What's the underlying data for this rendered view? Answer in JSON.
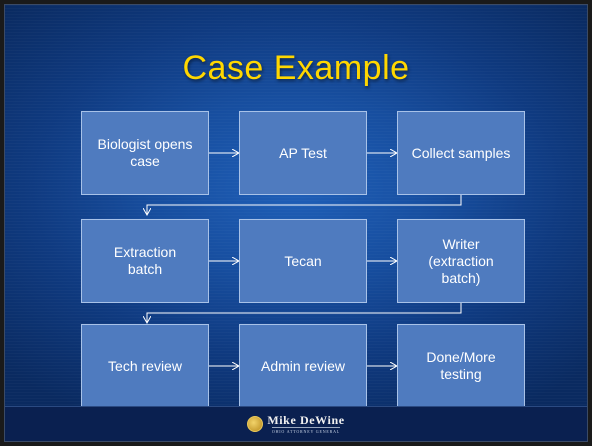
{
  "slide": {
    "title": "Case Example",
    "rows": [
      [
        {
          "label": "Biologist opens\ncase"
        },
        {
          "label": "AP Test"
        },
        {
          "label": "Collect samples"
        }
      ],
      [
        {
          "label": "Extraction\nbatch"
        },
        {
          "label": "Tecan"
        },
        {
          "label": "Writer\n(extraction\nbatch)"
        }
      ],
      [
        {
          "label": "Tech review"
        },
        {
          "label": "Admin review"
        },
        {
          "label": "Done/More\ntesting"
        }
      ]
    ]
  },
  "footer": {
    "logo_name": "Mike DeWine",
    "logo_subtitle": "OHIO ATTORNEY GENERAL",
    "seal_icon": "ohio-seal-icon"
  },
  "colors": {
    "title": "#ffd700",
    "box_fill": "#4f7bbf",
    "box_border": "#a8c2e8",
    "background": "#174e9f"
  }
}
